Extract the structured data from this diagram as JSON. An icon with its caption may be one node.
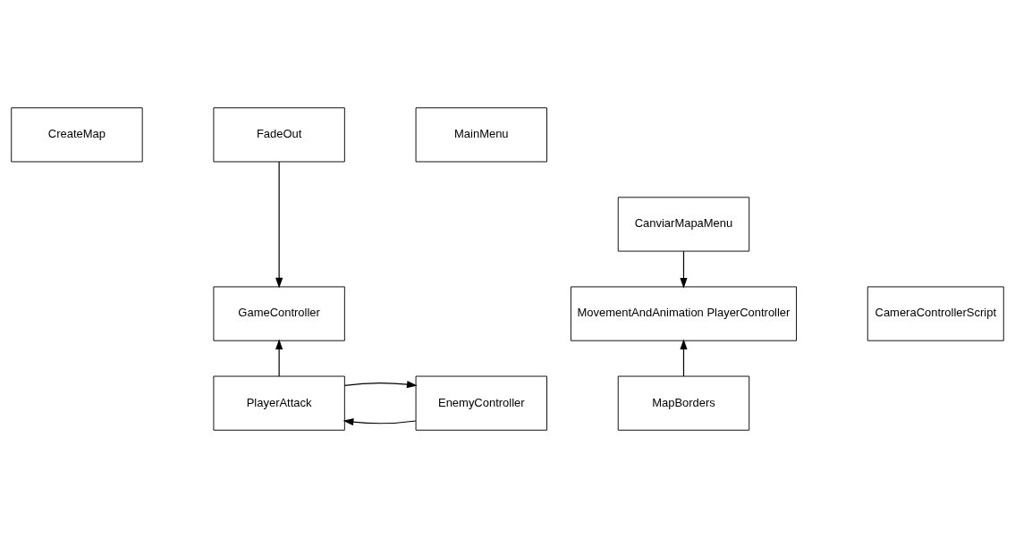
{
  "diagram": {
    "nodes": [
      {
        "text": [
          "CreateMap"
        ]
      },
      {
        "text": [
          "FadeOut"
        ]
      },
      {
        "text": [
          "MainMenu"
        ]
      },
      {
        "text": [
          "CanviarMapaMenu"
        ]
      },
      {
        "text": [
          "GameController"
        ]
      },
      {
        "text": [
          "CameraControllerScript"
        ]
      },
      {
        "text": [
          "MovementAndAnimation PlayerController"
        ]
      },
      {
        "text": [
          "MapBorders"
        ]
      },
      {
        "text": [
          "PlayerAttack"
        ]
      },
      {
        "text": [
          "EnemyController"
        ]
      }
    ],
    "edges": [
      {
        "from": 1,
        "to": 4,
        "arrow": "to"
      },
      {
        "from": 3,
        "to": 6,
        "arrow": "to"
      },
      {
        "from": 7,
        "to": 6,
        "arrow": "to"
      },
      {
        "from": 8,
        "to": 4,
        "arrow": "to"
      },
      {
        "from": 9,
        "to": 8,
        "arrow": "to"
      },
      {
        "from": 8,
        "to": 9,
        "arrow": "to"
      }
    ]
  }
}
